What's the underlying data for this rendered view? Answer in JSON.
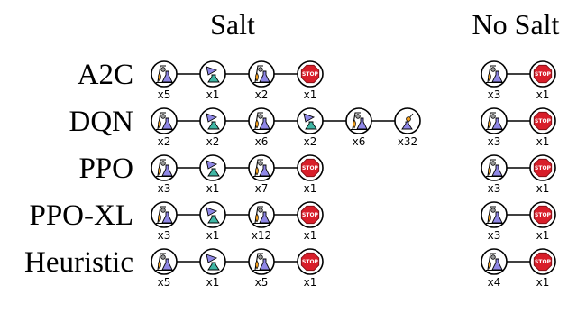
{
  "headers": {
    "salt": "Salt",
    "no_salt": "No Salt"
  },
  "colors": {
    "stroke": "#000000",
    "node_fill": "#ffffff",
    "stop_red": "#d81e2a",
    "flame_orange": "#f6a01a",
    "liquid_purple": "#8f87e6",
    "liquid_green": "#3fb6a4",
    "metal_gray": "#9a9a9a"
  },
  "rows": [
    {
      "label": "A2C",
      "salt": [
        {
          "icon": "burner-flask-icon",
          "count": "x5"
        },
        {
          "icon": "flask-icon",
          "count": "x1"
        },
        {
          "icon": "burner-flask-icon",
          "count": "x2"
        },
        {
          "icon": "stop-icon",
          "count": "x1"
        }
      ],
      "no_salt": [
        {
          "icon": "burner-flask-icon",
          "count": "x3"
        },
        {
          "icon": "stop-icon",
          "count": "x1"
        }
      ]
    },
    {
      "label": "DQN",
      "salt": [
        {
          "icon": "burner-flask-icon",
          "count": "x2"
        },
        {
          "icon": "flask-icon",
          "count": "x2"
        },
        {
          "icon": "burner-flask-icon",
          "count": "x6"
        },
        {
          "icon": "flask-icon",
          "count": "x2"
        },
        {
          "icon": "burner-flask-icon",
          "count": "x6"
        },
        {
          "icon": "beaker-icon",
          "count": "x32"
        }
      ],
      "no_salt": [
        {
          "icon": "burner-flask-icon",
          "count": "x3"
        },
        {
          "icon": "stop-icon",
          "count": "x1"
        }
      ]
    },
    {
      "label": "PPO",
      "salt": [
        {
          "icon": "burner-flask-icon",
          "count": "x3"
        },
        {
          "icon": "flask-icon",
          "count": "x1"
        },
        {
          "icon": "burner-flask-icon",
          "count": "x7"
        },
        {
          "icon": "stop-icon",
          "count": "x1"
        }
      ],
      "no_salt": [
        {
          "icon": "burner-flask-icon",
          "count": "x3"
        },
        {
          "icon": "stop-icon",
          "count": "x1"
        }
      ]
    },
    {
      "label": "PPO-XL",
      "salt": [
        {
          "icon": "burner-flask-icon",
          "count": "x3"
        },
        {
          "icon": "flask-icon",
          "count": "x1"
        },
        {
          "icon": "burner-flask-icon",
          "count": "x12"
        },
        {
          "icon": "stop-icon",
          "count": "x1"
        }
      ],
      "no_salt": [
        {
          "icon": "burner-flask-icon",
          "count": "x3"
        },
        {
          "icon": "stop-icon",
          "count": "x1"
        }
      ]
    },
    {
      "label": "Heuristic",
      "salt": [
        {
          "icon": "burner-flask-icon",
          "count": "x5"
        },
        {
          "icon": "flask-icon",
          "count": "x1"
        },
        {
          "icon": "burner-flask-icon",
          "count": "x5"
        },
        {
          "icon": "stop-icon",
          "count": "x1"
        }
      ],
      "no_salt": [
        {
          "icon": "burner-flask-icon",
          "count": "x4"
        },
        {
          "icon": "stop-icon",
          "count": "x1"
        }
      ]
    }
  ]
}
